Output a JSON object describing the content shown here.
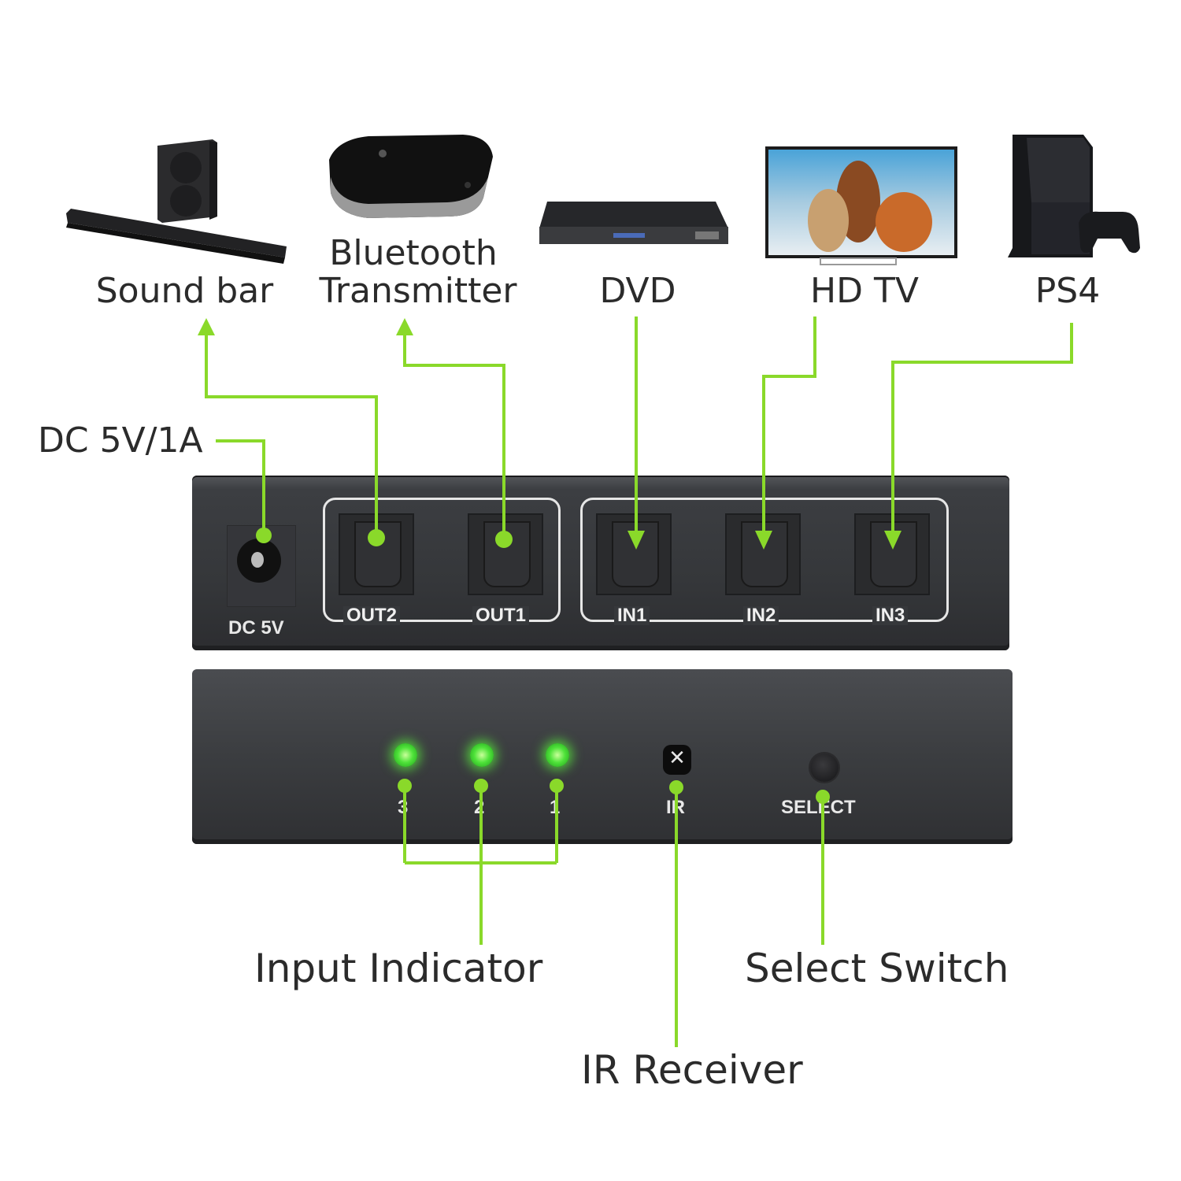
{
  "accent_color": "#8ad92a",
  "devices": [
    {
      "id": "sound-bar",
      "label": "Sound bar",
      "role": "output",
      "connects_to": "OUT2"
    },
    {
      "id": "bluetooth-transmitter",
      "label_line1": "Bluetooth",
      "label_line2": "Transmitter",
      "role": "output",
      "connects_to": "OUT1"
    },
    {
      "id": "dvd",
      "label": "DVD",
      "role": "input",
      "connects_to": "IN1"
    },
    {
      "id": "hd-tv",
      "label": "HD TV",
      "role": "input",
      "connects_to": "IN2"
    },
    {
      "id": "ps4",
      "label": "PS4",
      "role": "input",
      "connects_to": "IN3"
    }
  ],
  "power_callout": "DC 5V/1A",
  "rear_panel": {
    "dc_label": "DC 5V",
    "ports": [
      "OUT2",
      "OUT1",
      "IN1",
      "IN2",
      "IN3"
    ]
  },
  "front_panel": {
    "leds": [
      "3",
      "2",
      "1"
    ],
    "ir_label": "IR",
    "ir_glyph": "✕",
    "select_label": "SELECT"
  },
  "callouts": {
    "input_indicator": "Input Indicator",
    "select_switch": "Select Switch",
    "ir_receiver": "IR Receiver"
  }
}
